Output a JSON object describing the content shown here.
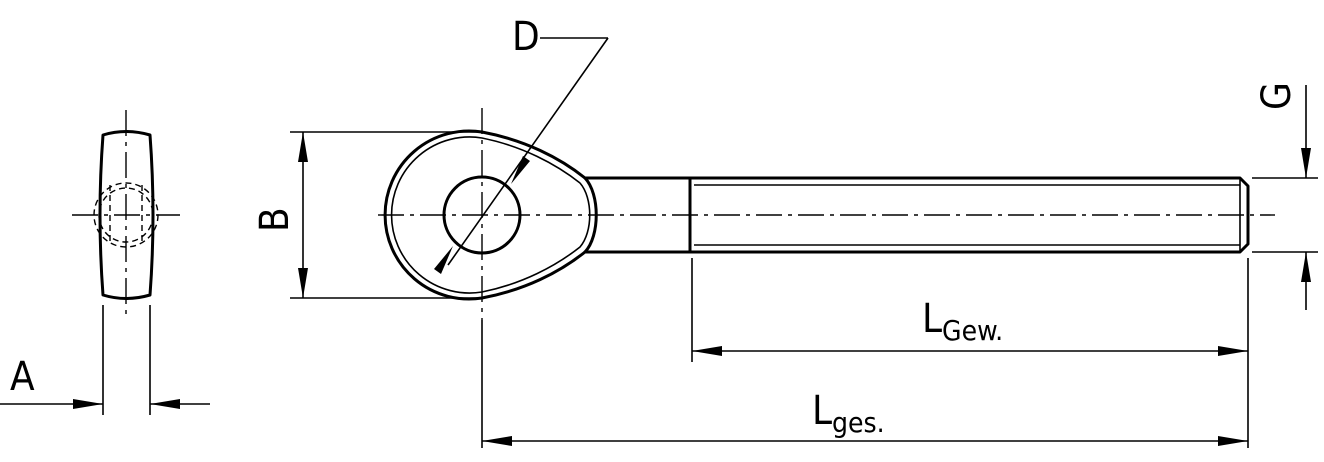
{
  "labels": {
    "D": "D",
    "B": "B",
    "A": "A",
    "G": "G",
    "L_gew_main": "L",
    "L_gew_sub": "Gew.",
    "L_ges_main": "L",
    "L_ges_sub": "ges."
  }
}
